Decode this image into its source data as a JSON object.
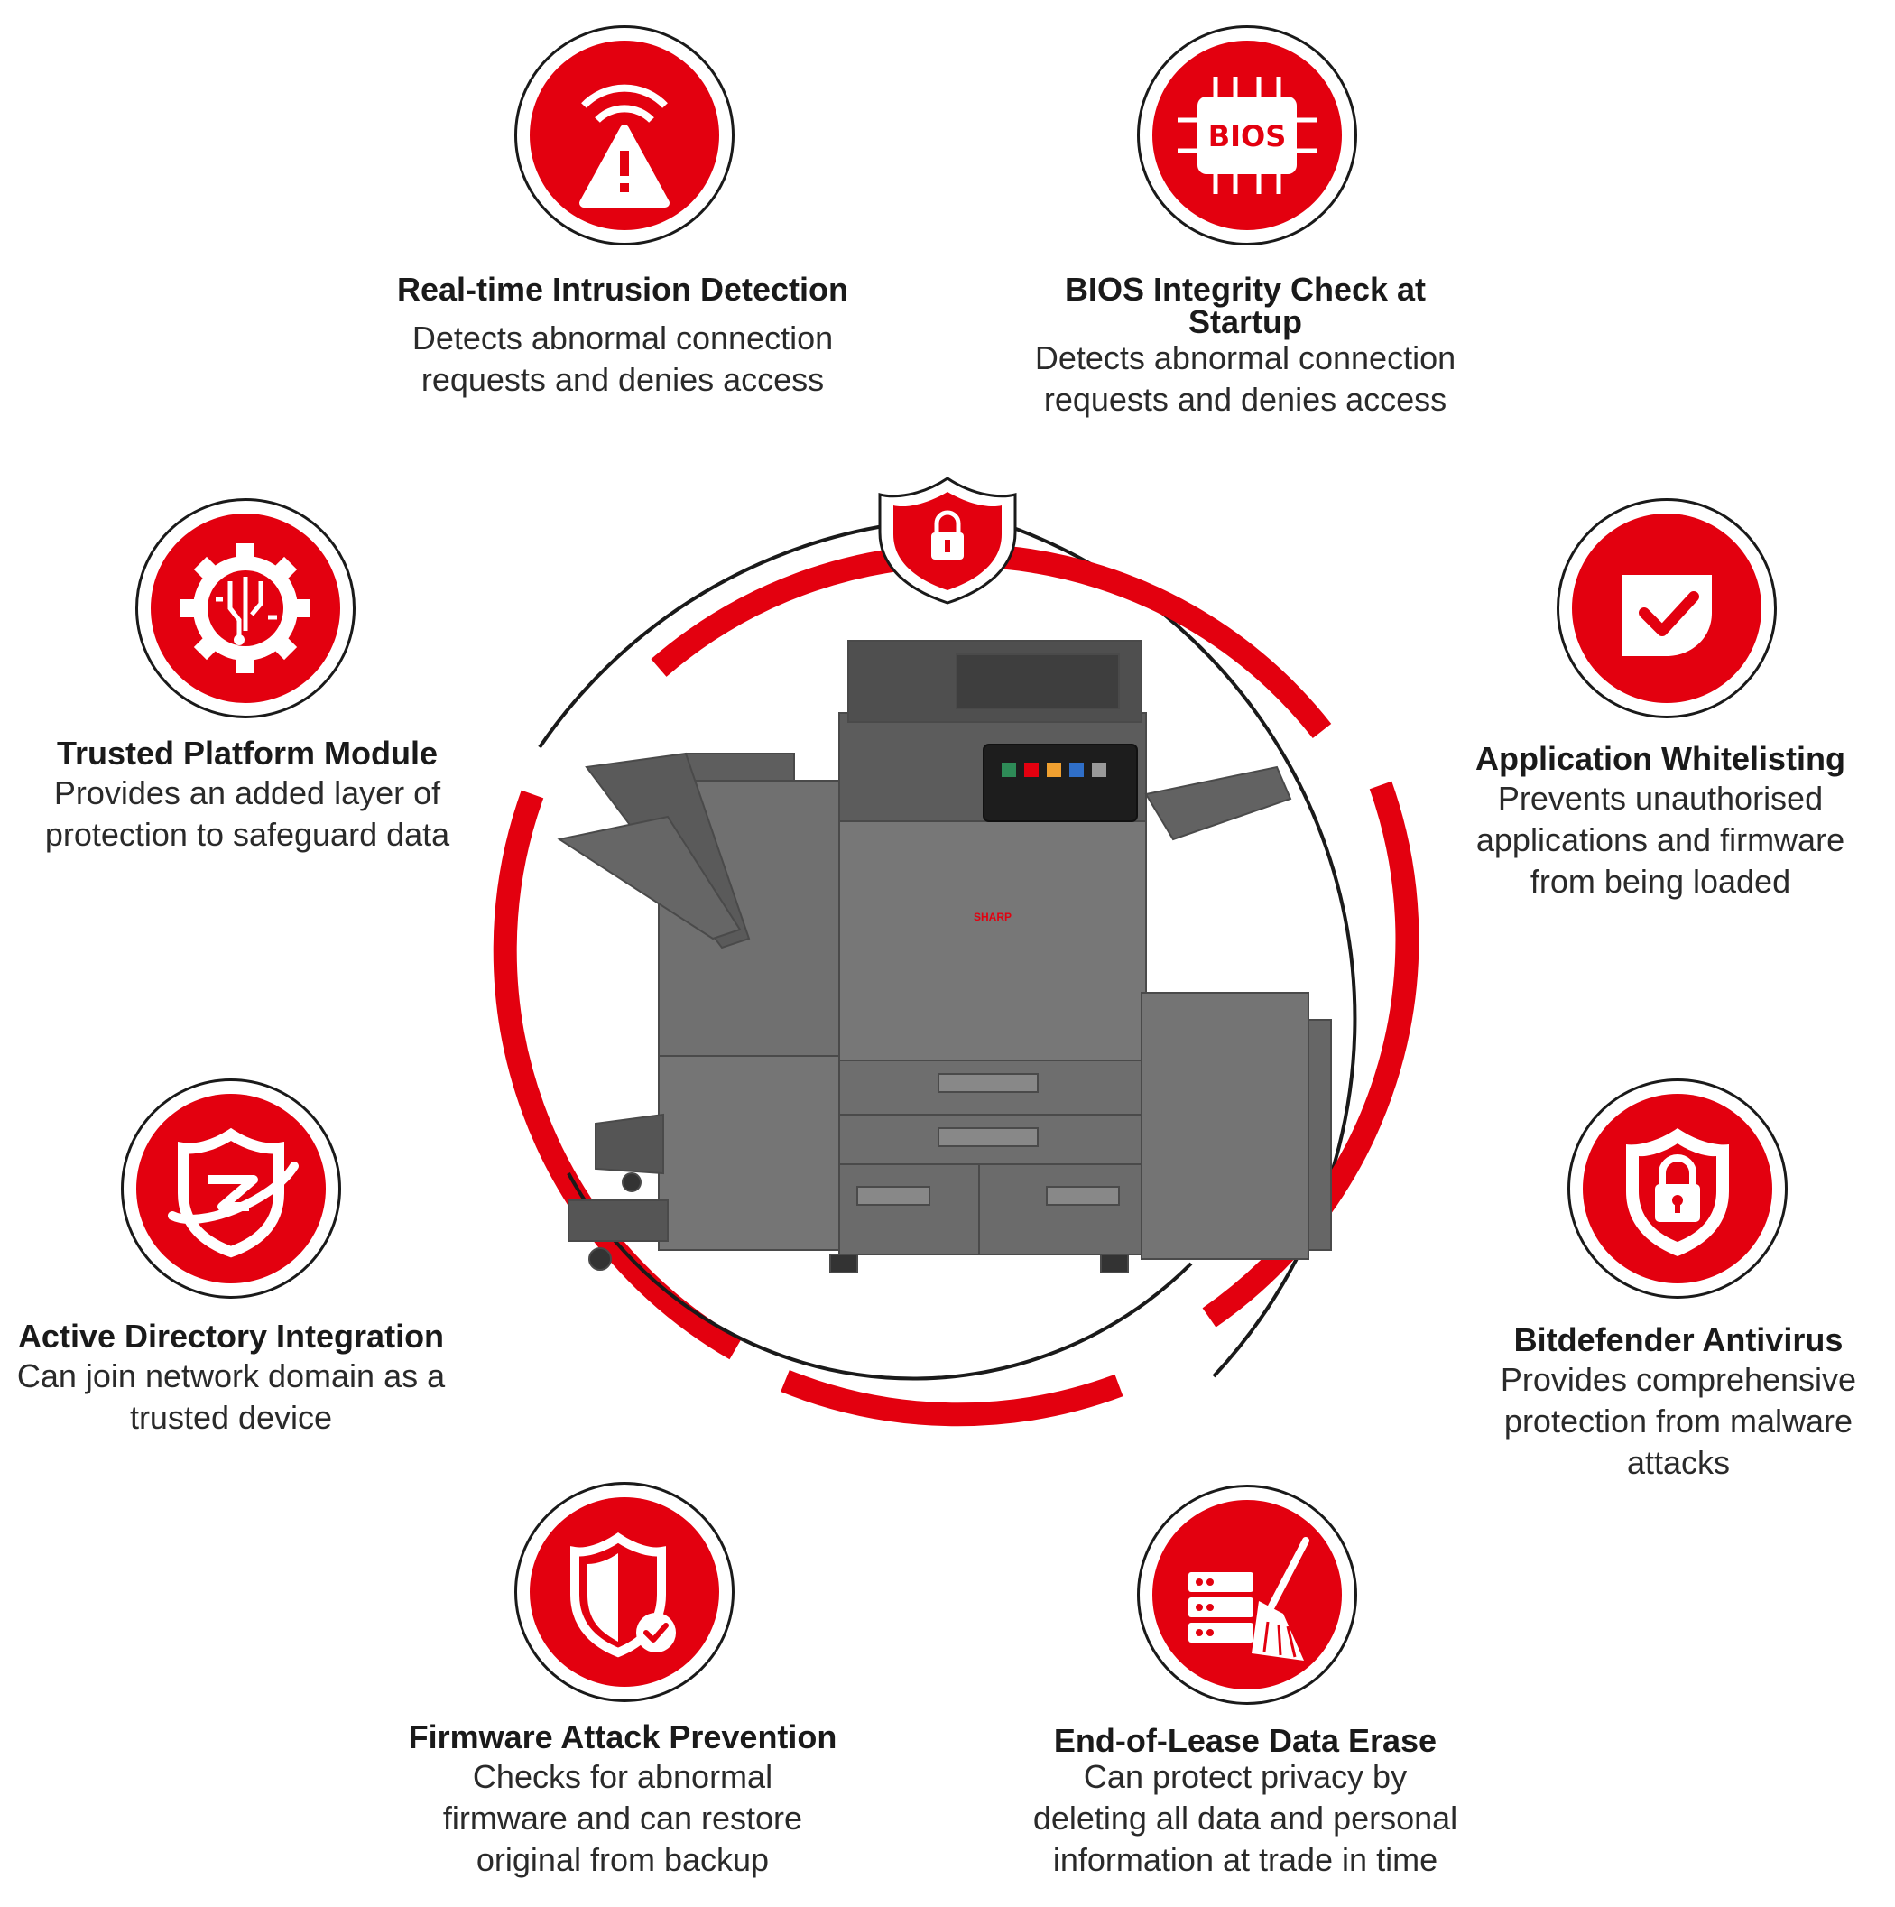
{
  "colors": {
    "accent": "#e3000f",
    "ink": "#1a1a1a",
    "device_body": "#6f6f6f"
  },
  "device": {
    "brand": "SHARP"
  },
  "features": [
    {
      "id": "intrusion",
      "icon": "wifi-warning-icon",
      "title": "Real-time Intrusion Detection",
      "description": [
        "Detects abnormal connection",
        "requests and denies access"
      ]
    },
    {
      "id": "bios",
      "icon": "bios-chip-icon",
      "icon_text": "BIOS",
      "title": [
        "BIOS Integrity Check at",
        "Startup"
      ],
      "description": [
        "Detects abnormal connection",
        "requests and denies access"
      ]
    },
    {
      "id": "tpm",
      "icon": "gear-circuit-icon",
      "title": "Trusted Platform Module",
      "description": [
        "Provides an added layer of",
        "protection to safeguard data"
      ]
    },
    {
      "id": "whitelisting",
      "icon": "checkmark-icon",
      "title": "Application Whitelisting",
      "description": [
        "Prevents unauthorised",
        "applications and firmware",
        "from being loaded"
      ]
    },
    {
      "id": "active-directory",
      "icon": "shield-ring-icon",
      "title": "Active Directory Integration",
      "description": [
        "Can join network domain as a",
        "trusted device"
      ]
    },
    {
      "id": "bitdefender",
      "icon": "shield-lock-icon",
      "title": "Bitdefender Antivirus",
      "description": [
        "Provides comprehensive",
        "protection from malware",
        "attacks"
      ]
    },
    {
      "id": "firmware",
      "icon": "shield-check-icon",
      "title": "Firmware Attack Prevention",
      "description": [
        "Checks for abnormal",
        "firmware and can restore",
        "original from backup"
      ]
    },
    {
      "id": "erase",
      "icon": "server-broom-icon",
      "title": "End-of-Lease Data Erase",
      "description": [
        "Can protect privacy by",
        "deleting all data and personal",
        "information at trade in time"
      ]
    }
  ]
}
